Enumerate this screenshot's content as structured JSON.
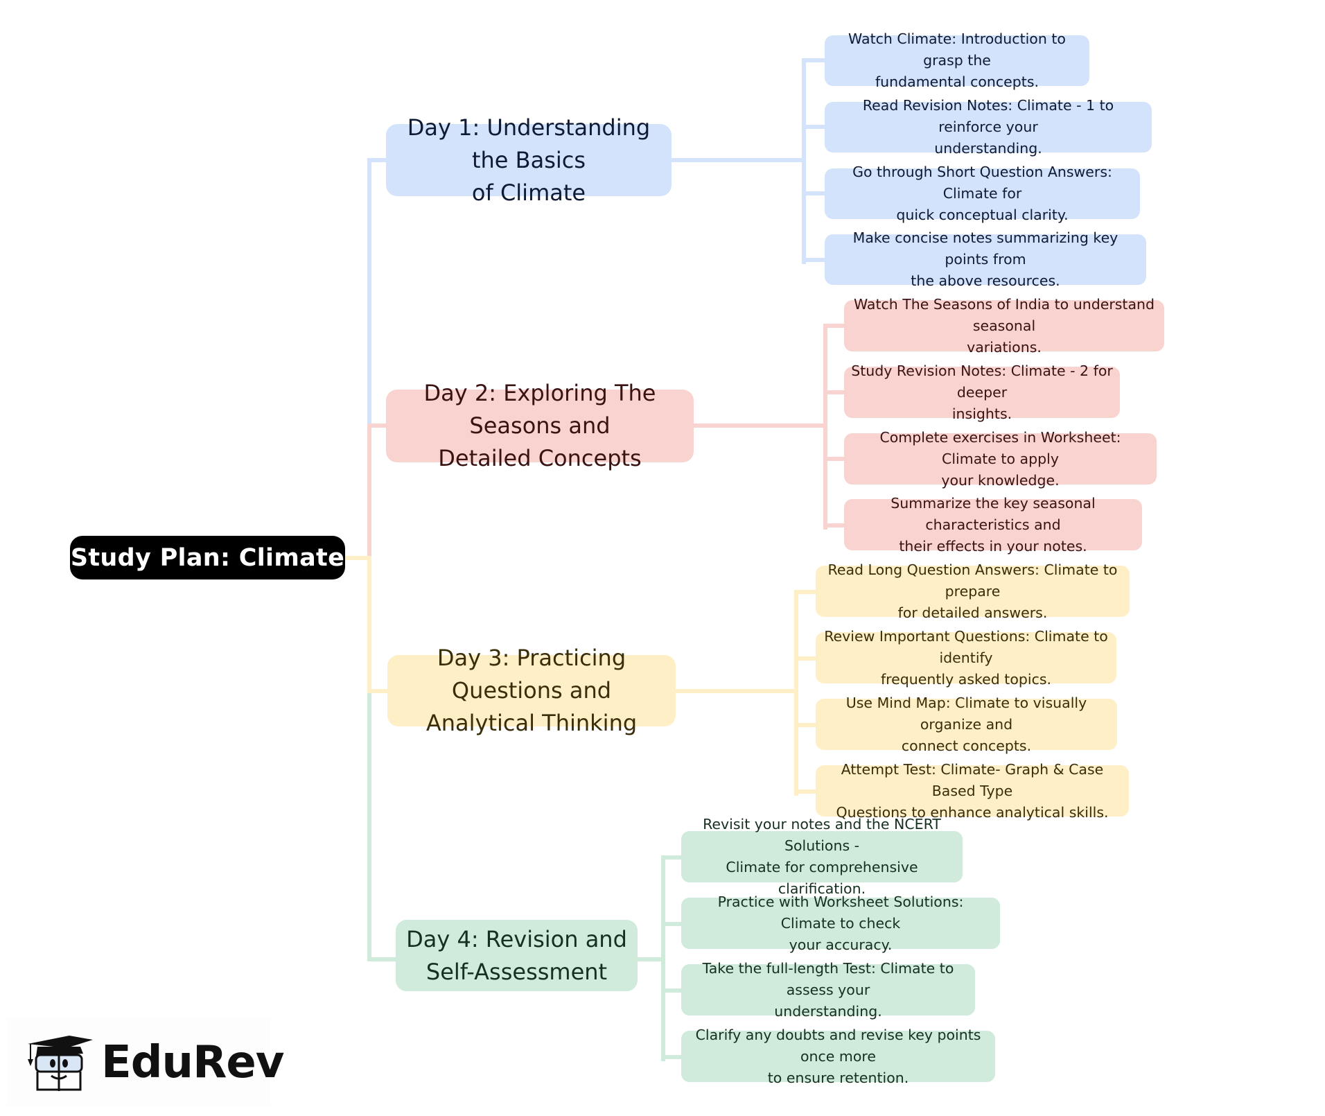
{
  "root": {
    "label": "Study Plan: Climate"
  },
  "colors": {
    "blue": "#d3e3fb",
    "pink": "#f9d3cf",
    "yellow": "#feefc6",
    "green": "#d0eadb",
    "root": "#000000"
  },
  "branches": [
    {
      "label": "Day 1: Understanding the Basics of Climate",
      "lines": [
        "Day 1: Understanding the Basics",
        "of Climate"
      ],
      "color": "blue",
      "items": [
        "Watch Climate: Introduction to grasp the fundamental concepts.",
        "Read Revision Notes: Climate - 1 to reinforce your understanding.",
        "Go through Short Question Answers: Climate for quick conceptual clarity.",
        "Make concise notes summarizing key points from the above resources."
      ]
    },
    {
      "label": "Day 2: Exploring The Seasons and Detailed Concepts",
      "lines": [
        "Day 2: Exploring The Seasons and",
        "Detailed Concepts"
      ],
      "color": "pink",
      "items": [
        "Watch The Seasons of India to understand seasonal variations.",
        "Study Revision Notes: Climate - 2 for deeper insights.",
        "Complete exercises in Worksheet: Climate to apply your knowledge.",
        "Summarize the key seasonal characteristics and their effects in your notes."
      ]
    },
    {
      "label": "Day 3: Practicing Questions and Analytical Thinking",
      "lines": [
        "Day 3: Practicing Questions and",
        "Analytical Thinking"
      ],
      "color": "yellow",
      "items": [
        "Read Long Question Answers: Climate to prepare for detailed answers.",
        "Review Important Questions: Climate to identify frequently asked topics.",
        "Use Mind Map: Climate to visually organize and connect concepts.",
        "Attempt Test: Climate- Graph & Case Based Type Questions to enhance analytical skills."
      ]
    },
    {
      "label": "Day 4: Revision and Self-Assessment",
      "lines": [
        "Day 4: Revision and",
        "Self-Assessment"
      ],
      "color": "green",
      "items": [
        "Revisit your notes and the NCERT Solutions - Climate for comprehensive clarification.",
        "Practice with Worksheet Solutions: Climate to check your accuracy.",
        "Take the full-length Test: Climate to assess your understanding.",
        "Clarify any doubts and revise key points once more to ensure retention."
      ]
    }
  ],
  "leaf_lines": [
    [
      [
        "Watch Climate: Introduction to grasp the",
        "fundamental concepts."
      ],
      [
        "Read Revision Notes: Climate - 1 to reinforce your",
        "understanding."
      ],
      [
        "Go through Short Question Answers: Climate for",
        "quick conceptual clarity."
      ],
      [
        "Make concise notes summarizing key points from",
        "the above resources."
      ]
    ],
    [
      [
        "Watch The Seasons of India to understand seasonal",
        "variations."
      ],
      [
        "Study Revision Notes: Climate - 2 for deeper",
        "insights."
      ],
      [
        "Complete exercises in Worksheet: Climate to apply",
        "your knowledge."
      ],
      [
        "Summarize the key seasonal characteristics and",
        "their effects in your notes."
      ]
    ],
    [
      [
        "Read Long Question Answers: Climate to prepare",
        "for detailed answers."
      ],
      [
        "Review Important Questions: Climate to identify",
        "frequently asked topics."
      ],
      [
        "Use Mind Map: Climate to visually organize and",
        "connect concepts."
      ],
      [
        "Attempt Test: Climate- Graph & Case Based Type",
        "Questions to enhance analytical skills."
      ]
    ],
    [
      [
        "Revisit your notes and the NCERT Solutions -",
        "Climate for comprehensive clarification."
      ],
      [
        "Practice with Worksheet Solutions: Climate to check",
        "your accuracy."
      ],
      [
        "Take the full-length Test: Climate to assess your",
        "understanding."
      ],
      [
        "Clarify any doubts and revise key points once more",
        "to ensure retention."
      ]
    ]
  ],
  "logo": {
    "text": "EduRev",
    "icon": "graduation-cap-mascot-icon"
  }
}
